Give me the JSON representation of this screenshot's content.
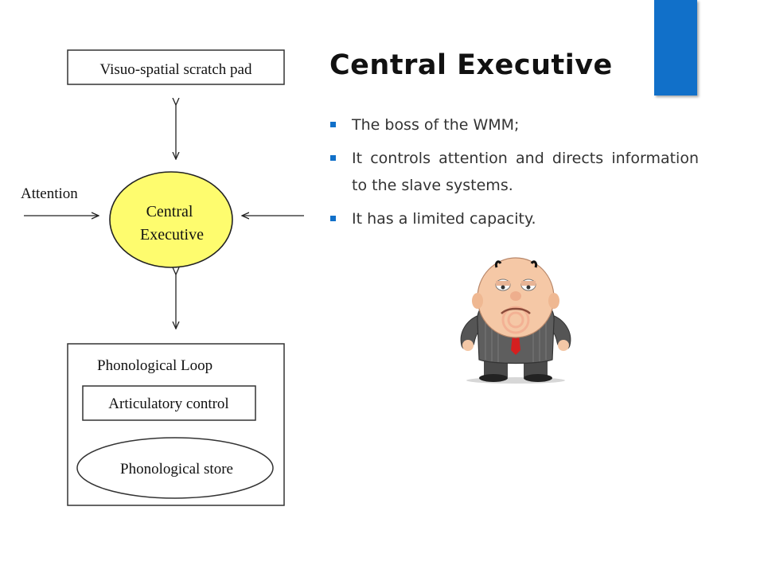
{
  "slide": {
    "title": "Central Executive",
    "accent_color": "#1170c9",
    "bullets": [
      "The boss of the WMM;",
      "It controls attention and directs information to the slave systems.",
      "It has a limited capacity."
    ]
  },
  "diagram": {
    "visuospatial_label": "Visuo-spatial scratch pad",
    "attention_label": "Attention",
    "central_line1": "Central",
    "central_line2": "Executive",
    "central_fill": "#fefc6e",
    "phonological_loop_label": "Phonological Loop",
    "articulatory_label": "Articulatory control",
    "phonological_store_label": "Phonological store"
  },
  "illustration": {
    "icon": "boss-cartoon"
  }
}
